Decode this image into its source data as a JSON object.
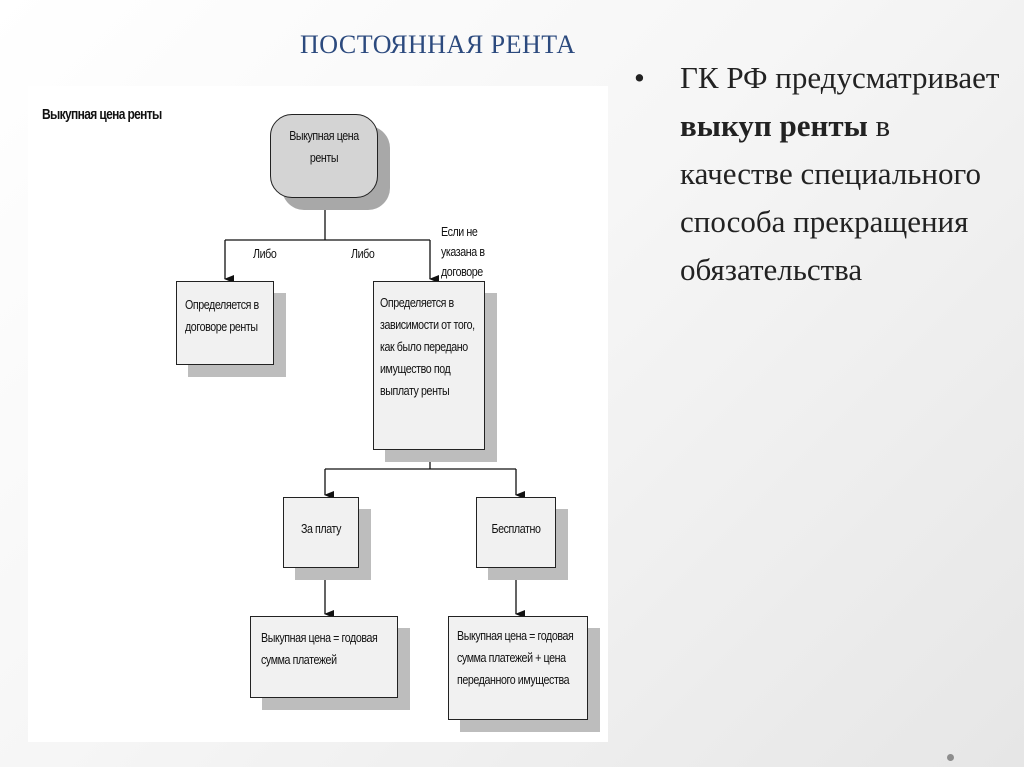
{
  "slide": {
    "title": "ПОСТОЯННАЯ РЕНТА"
  },
  "diagram": {
    "heading": "Выкупная цена ренты",
    "root": "Выкупная цена ренты",
    "left_box": "Определяется в договоре ренты",
    "mid_box": "Определяется в зависимости от того, как было передано имущество под выплату ренты",
    "edge_left": "Либо",
    "edge_mid": "Либо",
    "edge_right": "Если не указана в договоре",
    "paid_box": "За плату",
    "free_box": "Бесплатно",
    "paid_result": "Выкупная цена = годовая сумма платежей",
    "free_result": "Выкупная цена = годовая сумма платежей + цена переданного имущества"
  },
  "bullet": {
    "part1": "ГК РФ предусматривает ",
    "bold": "выкуп ренты",
    "part2": " в качестве специального способа прекращения обязательства"
  },
  "icons": {
    "bullet": "•"
  }
}
